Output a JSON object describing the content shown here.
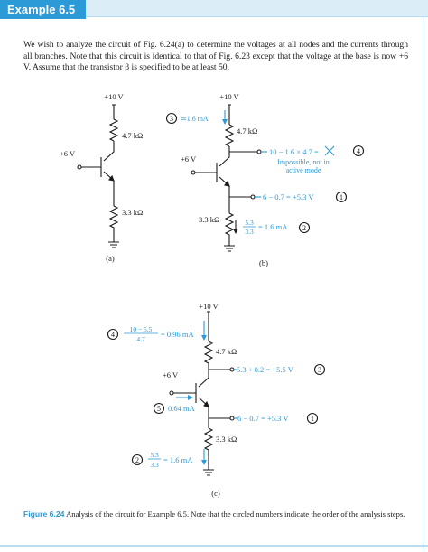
{
  "header": {
    "example_label": "Example 6.5"
  },
  "intro_text": "We wish to analyze the circuit of Fig. 6.24(a) to determine the voltages at all nodes and the currents through all branches. Note that this circuit is identical to that of Fig. 6.23 except that the voltage at the base is now +6 V. Assume that the transistor β is specified to be at least 50.",
  "circuit_a": {
    "supply": "+10 V",
    "rc": "4.7 kΩ",
    "vb": "+6 V",
    "re": "3.3 kΩ",
    "label": "(a)"
  },
  "circuit_b": {
    "supply": "+10 V",
    "rc": "4.7 kΩ",
    "vb": "+6 V",
    "re": "3.3 kΩ",
    "label": "(b)",
    "step3_num": "3",
    "step3_current": "≃1.6 mA",
    "step4_expr": "10 − 1.6 × 4.7 =",
    "step4_note_1": "Impossible, not in",
    "step4_note_2": "active mode",
    "step4_num": "4",
    "step1_expr": "6 − 0.7 = +5.3 V",
    "step1_num": "1",
    "step2_frac_num": "5.3",
    "step2_frac_den": "3.3",
    "step2_result": "= 1.6 mA",
    "step2_num": "2"
  },
  "circuit_c": {
    "supply": "+10 V",
    "rc": "4.7 kΩ",
    "vb": "+6 V",
    "re": "3.3 kΩ",
    "label": "(c)",
    "step4_num": "4",
    "step4_frac_num": "10 − 5.5",
    "step4_frac_den": "4.7",
    "step4_result": "= 0.96 mA",
    "step3_num": "3",
    "step3_expr": "5.3 + 0.2 = +5.5 V",
    "step5_num": "5",
    "step5_current": "0.64 mA",
    "step1_num": "1",
    "step1_expr": "6 − 0.7 = +5.3 V",
    "step2_num": "2",
    "step2_frac_num": "5.3",
    "step2_frac_den": "3.3",
    "step2_result": "= 1.6 mA"
  },
  "caption": {
    "label": "Figure 6.24",
    "text": "Analysis of the circuit for Example 6.5. Note that the circled numbers indicate the order of the analysis steps."
  },
  "colors": {
    "accent": "#2b9ad6",
    "header_bg": "#dbeef7",
    "text": "#1a1a1a"
  }
}
